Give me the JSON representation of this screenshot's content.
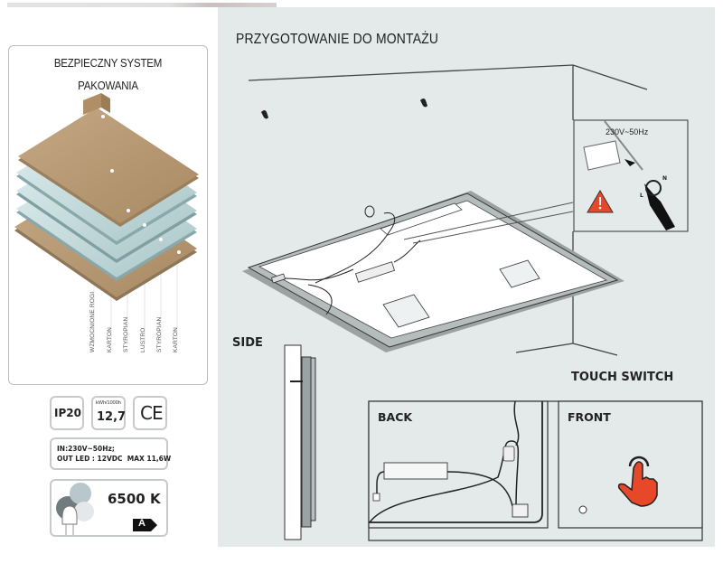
{
  "packaging": {
    "title_line1": "BEZPIECZNY SYSTEM",
    "title_line2": "PAKOWANIA",
    "layers": [
      "WZMOCNIONE ROGI",
      "KARTON",
      "STYROPIAN",
      "LUSTRO",
      "STYROPIAN",
      "KARTON"
    ]
  },
  "specs": {
    "ip_rating": "IP20",
    "energy_unit": "kWh/1000h",
    "energy_value": "12,7",
    "ce_mark": "CE",
    "power_line1": "IN:230V~50Hz;",
    "power_line2": "OUT LED : 12VDC  MAX 11,6W",
    "color_temp": "6500 K",
    "energy_class": "A"
  },
  "installation": {
    "title": "PRZYGOTOWANIE DO MONTAŻU",
    "voltage_label": "230V~50Hz",
    "terminal_n": "N",
    "terminal_l": "L",
    "side_label": "SIDE",
    "touch_switch_label": "TOUCH SWITCH",
    "back_label": "BACK",
    "front_label": "FRONT"
  },
  "colors": {
    "panel_bg": "#e4eaea",
    "warning": "#e8482a",
    "cardboard": "#b89a74",
    "glass": "#c9dcdc"
  }
}
